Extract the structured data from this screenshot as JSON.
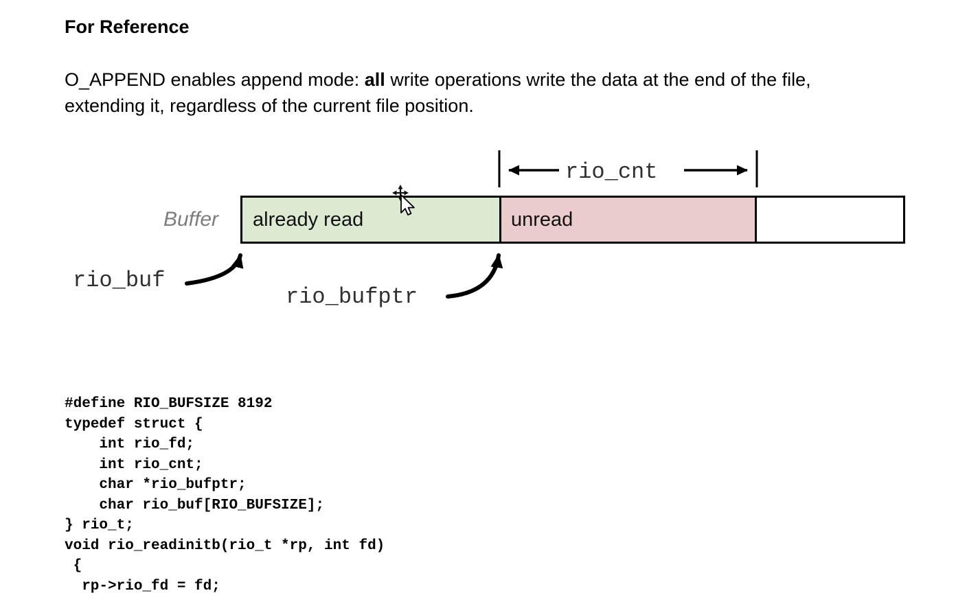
{
  "heading": "For Reference",
  "paragraph": {
    "line1_pre": "O_APPEND enables append mode: ",
    "line1_bold": "all",
    "line1_post": " write operations write the data at the end of the file,",
    "line2": "extending it, regardless of the current file position."
  },
  "diagram": {
    "buffer_label": "Buffer",
    "rio_cnt_label": "rio_cnt",
    "rio_buf_label": "rio_buf",
    "rio_bufptr_label": "rio_bufptr",
    "segments": [
      {
        "label": "already read",
        "color": "#dcead2"
      },
      {
        "label": "unread",
        "color": "#ebcccc"
      },
      {
        "label": "",
        "color": "#ffffff"
      }
    ],
    "cursor_icon": "move-pointer-cursor"
  },
  "code": {
    "lines": [
      "#define RIO_BUFSIZE 8192",
      "typedef struct {",
      "    int rio_fd;",
      "    int rio_cnt;",
      "    char *rio_bufptr;",
      "    char rio_buf[RIO_BUFSIZE];",
      "} rio_t;",
      "void rio_readinitb(rio_t *rp, int fd)",
      " {",
      "  rp->rio_fd = fd;"
    ]
  },
  "colors": {
    "already_read_fill": "#dcead2",
    "unread_fill": "#ebcccc",
    "bar_border": "#000000",
    "buffer_label_gray": "#7d7d7d",
    "mono_label_gray": "#2f2f2f"
  }
}
